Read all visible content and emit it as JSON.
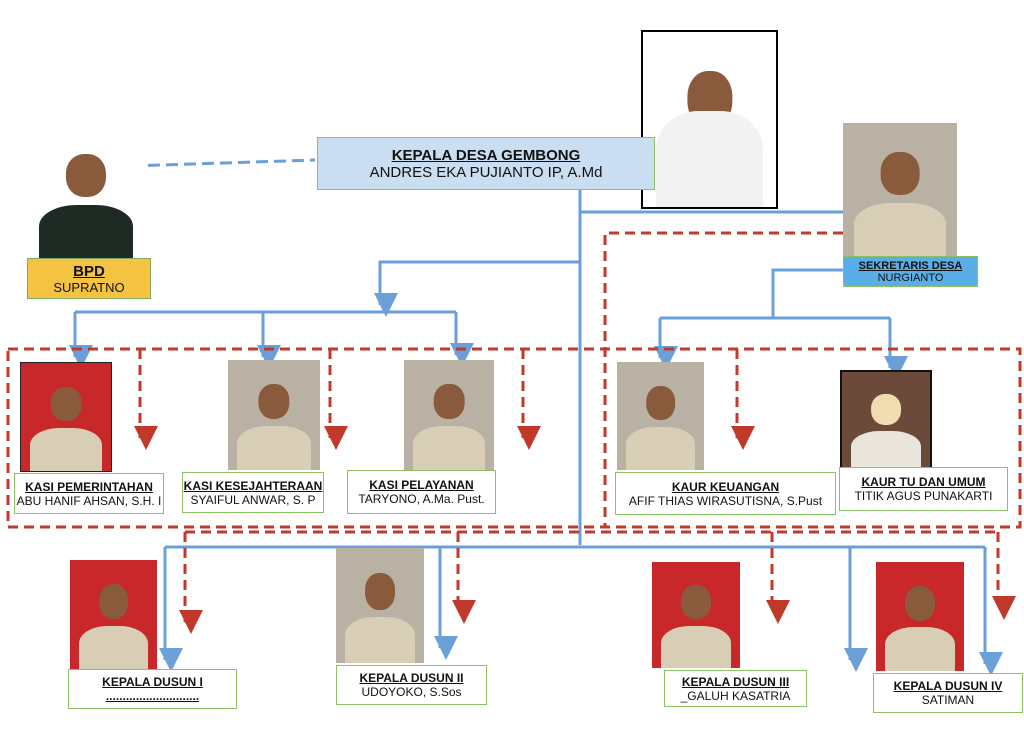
{
  "head": {
    "title": "KEPALA DESA GEMBONG",
    "name": "ANDRES EKA PUJIANTO IP, A.Md"
  },
  "bpd": {
    "title": "BPD",
    "name": "SUPRATNO"
  },
  "secretary": {
    "title": "SEKRETARIS DESA",
    "name": "NURGIANTO"
  },
  "kasi": [
    {
      "title": "KASI PEMERINTAHAN",
      "name": "ABU HANIF AHSAN, S.H. I"
    },
    {
      "title": "KASI KESEJAHTERAAN",
      "name": "SYAIFUL ANWAR, S. P"
    },
    {
      "title": "KASI PELAYANAN",
      "name": "TARYONO, A.Ma. Pust."
    }
  ],
  "kaur": [
    {
      "title": "KAUR KEUANGAN",
      "name": "AFIF THIAS WIRASUTISNA, S.Pust"
    },
    {
      "title": "KAUR TU DAN UMUM",
      "name": "TITIK AGUS PUNAKARTI"
    }
  ],
  "dusun": [
    {
      "title": "KEPALA DUSUN I",
      "name": "............................"
    },
    {
      "title": "KEPALA DUSUN II",
      "name": "UDOYOKO, S.Sos"
    },
    {
      "title": "KEPALA DUSUN III",
      "name": "_GALUH KASATRIA"
    },
    {
      "title": "KEPALA DUSUN IV",
      "name": "SATIMAN"
    }
  ],
  "colors": {
    "blue_line": "#6a9fd8",
    "red_dash": "#c0392b",
    "bpd_fill": "#f5c342",
    "sek_fill": "#5aaee6",
    "head_fill": "#c9def0"
  }
}
